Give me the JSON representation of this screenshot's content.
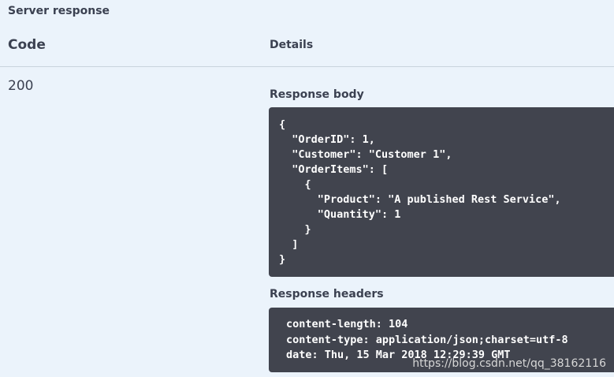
{
  "section": {
    "title": "Server response"
  },
  "columns": {
    "code": "Code",
    "details": "Details"
  },
  "response": {
    "status_code": "200",
    "body_label": "Response body",
    "body_lines": [
      "{",
      "  \"OrderID\": 1,",
      "  \"Customer\": \"Customer 1\",",
      "  \"OrderItems\": [",
      "    {",
      "      \"Product\": \"A published Rest Service\",",
      "      \"Quantity\": 1",
      "    }",
      "  ]",
      "}"
    ],
    "headers_label": "Response headers",
    "header_lines": [
      "content-length: 104",
      "content-type: application/json;charset=utf-8",
      "date: Thu, 15 Mar 2018 12:29:39 GMT"
    ]
  },
  "watermark": "https://blog.csdn.net/qq_38162116"
}
